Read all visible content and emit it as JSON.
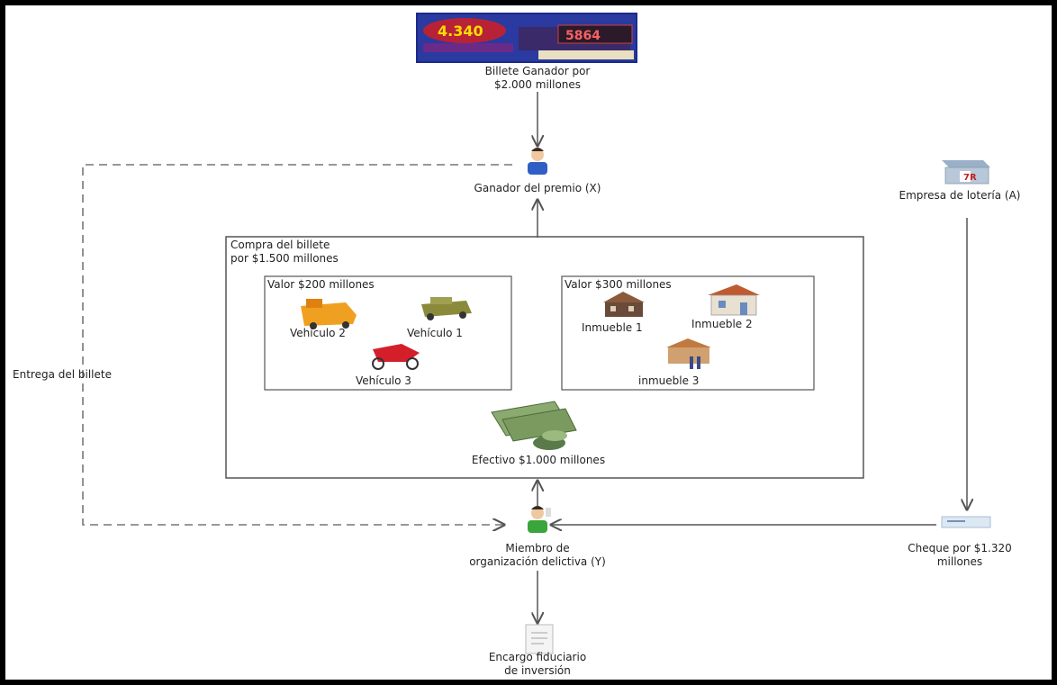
{
  "ticket": {
    "image_amount": "4.340",
    "image_number": "5864",
    "label_line1": "Billete Ganador por",
    "label_line2": "$2.000 millones"
  },
  "winner": {
    "label": "Ganador del premio (X)"
  },
  "lottery": {
    "label": "Empresa de lotería (A)",
    "logo_text": "7R"
  },
  "purchase": {
    "title_line1": "Compra del billete",
    "title_line2": "por $1.500 millones",
    "vehicles": {
      "title": "Valor $200 millones",
      "items": [
        "Vehículo 2",
        "Vehículo 1",
        "Vehículo 3"
      ]
    },
    "properties": {
      "title": "Valor $300 millones",
      "items": [
        "Inmueble 1",
        "Inmueble 2",
        "inmueble 3"
      ]
    },
    "cash": {
      "label": "Efectivo $1.000 millones"
    }
  },
  "ticket_delivery": {
    "label": "Entrega del billete"
  },
  "member": {
    "label_line1": "Miembro de",
    "label_line2": "organización delictiva (Y)"
  },
  "cheque": {
    "label_line1": "Cheque por $1.320",
    "label_line2": "millones"
  },
  "trust": {
    "label_line1": "Encargo fiduciario",
    "label_line2": "de inversión"
  },
  "colors": {
    "line": "#555555",
    "ticket_bg": "#1c2a8a",
    "ticket_red": "#d0202a",
    "person_blue": "#2f5fc4",
    "person_green": "#3aa53a",
    "vehicle_orange": "#f0a020",
    "vehicle_olive": "#8a8a3a",
    "vehicle_red": "#d41f2a",
    "cash_green": "#6a9a5a"
  }
}
